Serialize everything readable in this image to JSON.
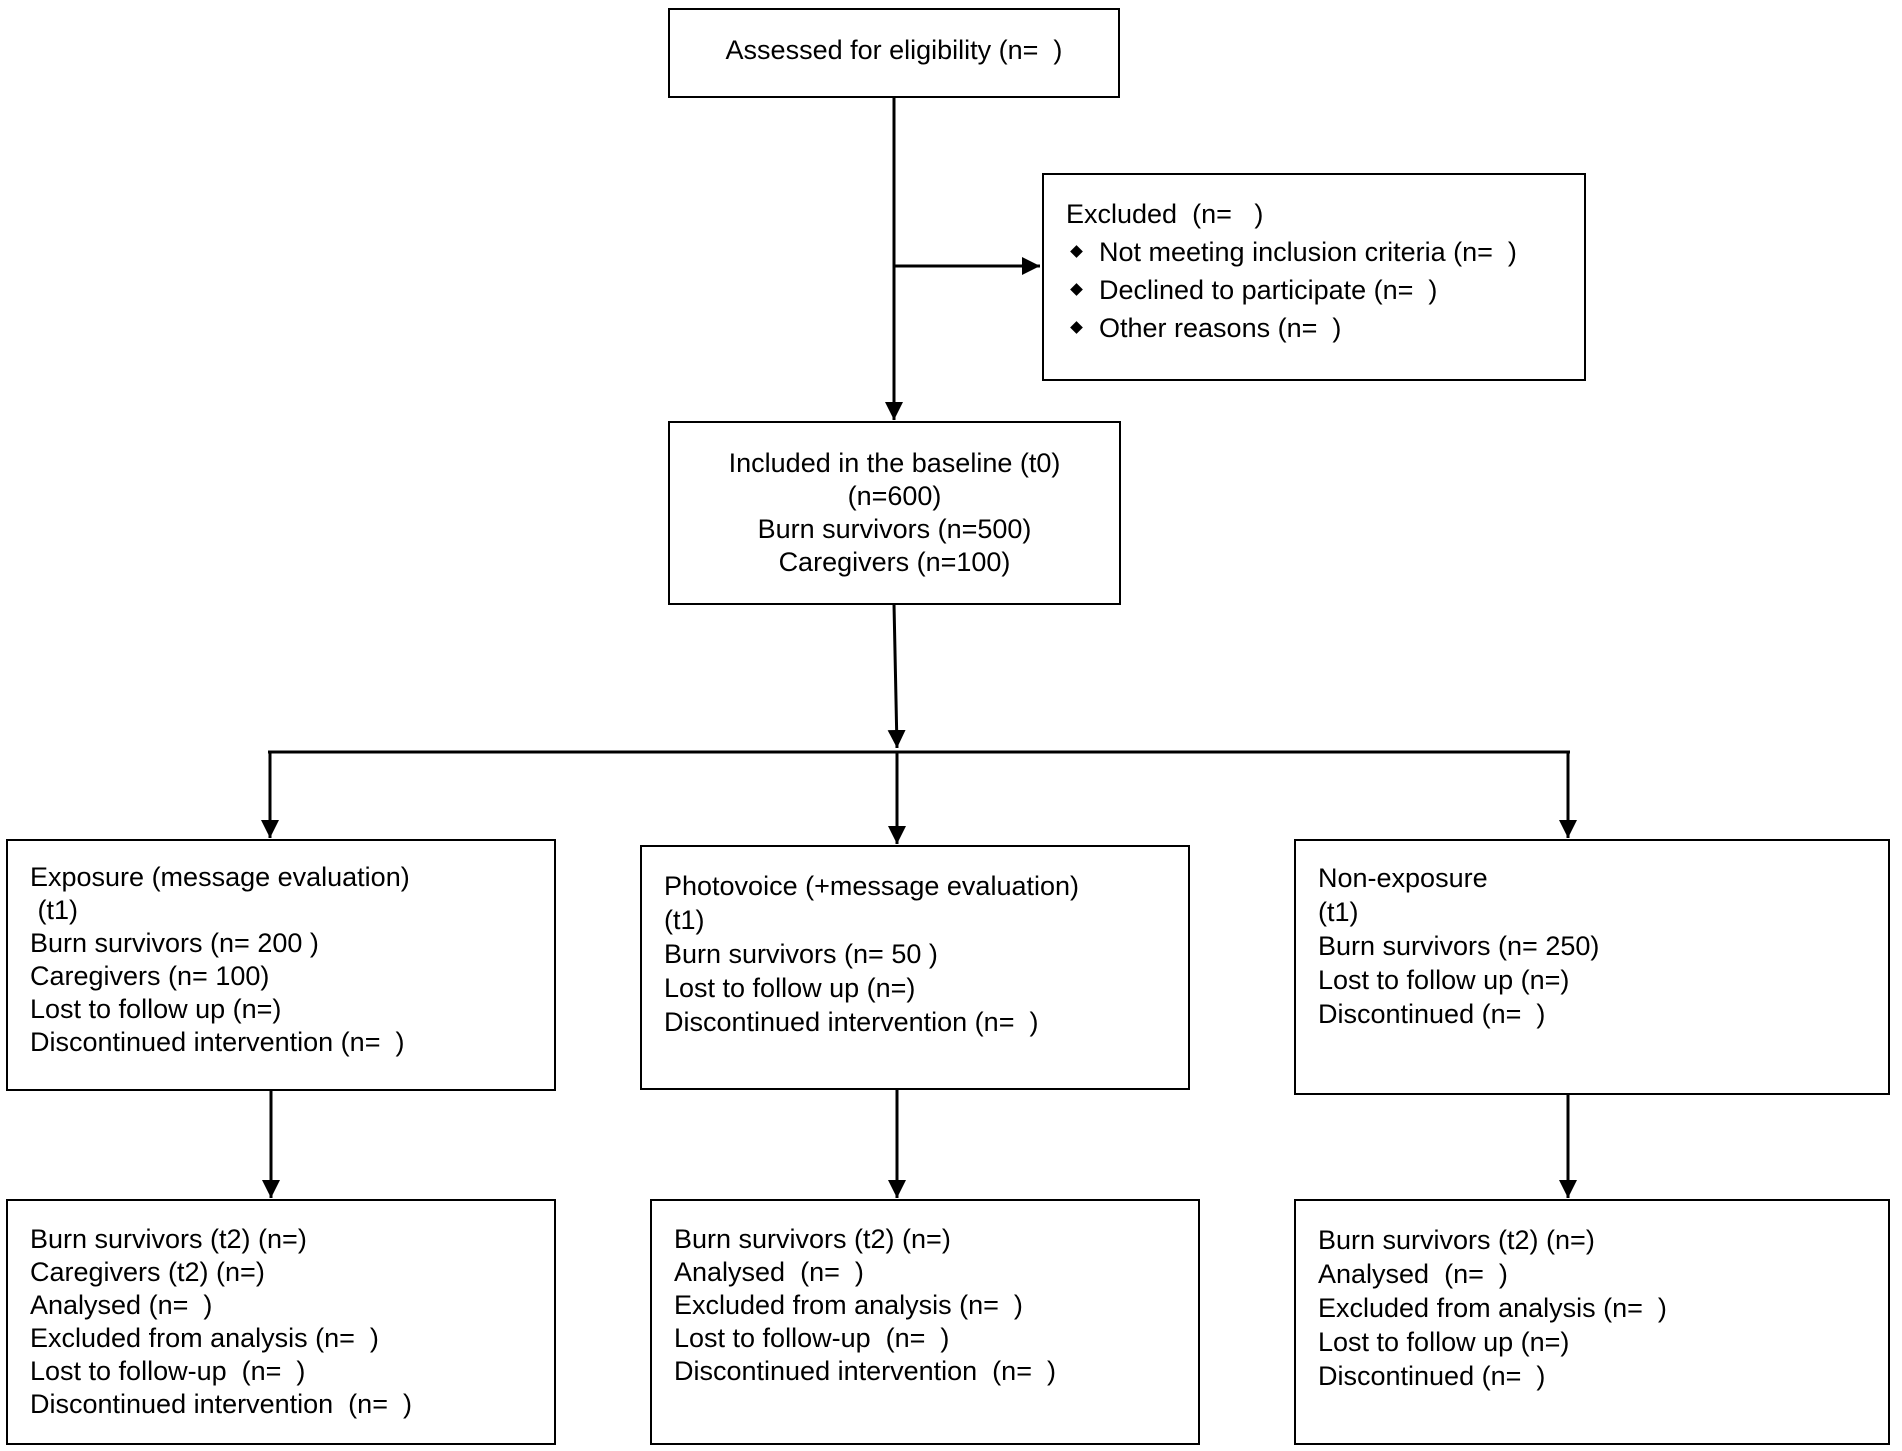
{
  "eligibility": {
    "text": "Assessed for eligibility (n=  )"
  },
  "excluded": {
    "title": "Excluded  (n=   )",
    "reasons": [
      "Not meeting inclusion criteria (n=  )",
      "Declined to participate (n=  )",
      "Other reasons (n=  )"
    ]
  },
  "baseline": {
    "lines": [
      "Included in the baseline (t0)",
      "(n=600)",
      "Burn survivors (n=500)",
      "Caregivers (n=100)"
    ]
  },
  "groups": [
    {
      "t1": [
        "Exposure (message evaluation)",
        " (t1)",
        "Burn survivors (n= 200 )",
        "Caregivers (n= 100)",
        "Lost to follow up (n=)",
        "Discontinued intervention (n=  )"
      ],
      "t2": [
        "Burn survivors (t2) (n=)",
        "Caregivers (t2) (n=)",
        "Analysed (n=  )",
        "Excluded from analysis (n=  )",
        "Lost to follow-up  (n=  )",
        "Discontinued intervention  (n=  )"
      ]
    },
    {
      "t1": [
        "Photovoice (+message evaluation)",
        "(t1)",
        "Burn survivors (n= 50 )",
        "Lost to follow up (n=)",
        "Discontinued intervention (n=  )"
      ],
      "t2": [
        "Burn survivors (t2) (n=)",
        "Analysed  (n=  )",
        "Excluded from analysis (n=  )",
        "Lost to follow-up  (n=  )",
        "Discontinued intervention  (n=  )"
      ]
    },
    {
      "t1": [
        "Non-exposure",
        "(t1)",
        "Burn survivors (n= 250)",
        "Lost to follow up (n=)",
        "Discontinued (n=  )"
      ],
      "t2": [
        "Burn survivors (t2) (n=)",
        "Analysed  (n=  )",
        "Excluded from analysis (n=  )",
        "Lost to follow up (n=)",
        "Discontinued (n=  )"
      ]
    }
  ]
}
